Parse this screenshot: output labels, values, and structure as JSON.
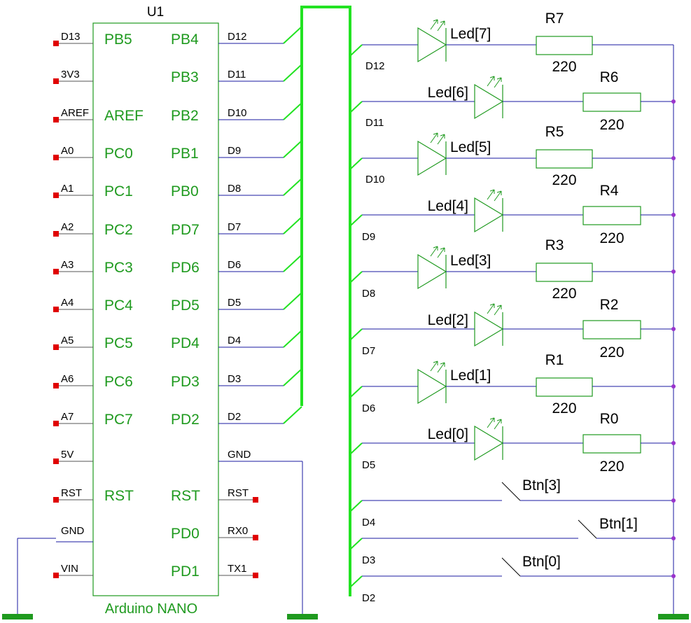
{
  "component": {
    "ref": "U1",
    "name": "Arduino NANO",
    "left_inner": [
      "PB5",
      "",
      "AREF",
      "PC0",
      "PC1",
      "PC2",
      "PC3",
      "PC4",
      "PC5",
      "PC6",
      "PC7",
      "",
      "RST",
      "",
      ""
    ],
    "left_outer": [
      "D13",
      "3V3",
      "AREF",
      "A0",
      "A1",
      "A2",
      "A3",
      "A4",
      "A5",
      "A6",
      "A7",
      "5V",
      "RST",
      "GND",
      "VIN"
    ],
    "right_inner": [
      "PB4",
      "PB3",
      "PB2",
      "PB1",
      "PB0",
      "PD7",
      "PD6",
      "PD5",
      "PD4",
      "PD3",
      "PD2",
      "",
      "RST",
      "PD0",
      "PD1"
    ],
    "right_outer": [
      "D12",
      "D11",
      "D10",
      "D9",
      "D8",
      "D7",
      "D6",
      "D5",
      "D4",
      "D3",
      "D2",
      "GND",
      "RST",
      "RX0",
      "TX1"
    ]
  },
  "bus_labels": [
    "D12",
    "D11",
    "D10",
    "D9",
    "D8",
    "D7",
    "D6",
    "D5",
    "D4",
    "D3",
    "D2"
  ],
  "leds": [
    {
      "name": "Led[7]",
      "res": "R7",
      "value": "220"
    },
    {
      "name": "Led[6]",
      "res": "R6",
      "value": "220"
    },
    {
      "name": "Led[5]",
      "res": "R5",
      "value": "220"
    },
    {
      "name": "Led[4]",
      "res": "R4",
      "value": "220"
    },
    {
      "name": "Led[3]",
      "res": "R3",
      "value": "220"
    },
    {
      "name": "Led[2]",
      "res": "R2",
      "value": "220"
    },
    {
      "name": "Led[1]",
      "res": "R1",
      "value": "220"
    },
    {
      "name": "Led[0]",
      "res": "R0",
      "value": "220"
    }
  ],
  "buttons": [
    "Btn[3]",
    "Btn[1]",
    "Btn[0]"
  ],
  "colors": {
    "component": "#1f9a1f",
    "bus": "#22e322",
    "wire": "#1a1aa0",
    "pin_end": "#e00000",
    "junction": "#9933cc",
    "ground": "#1f9a1f",
    "text": "#000000"
  }
}
